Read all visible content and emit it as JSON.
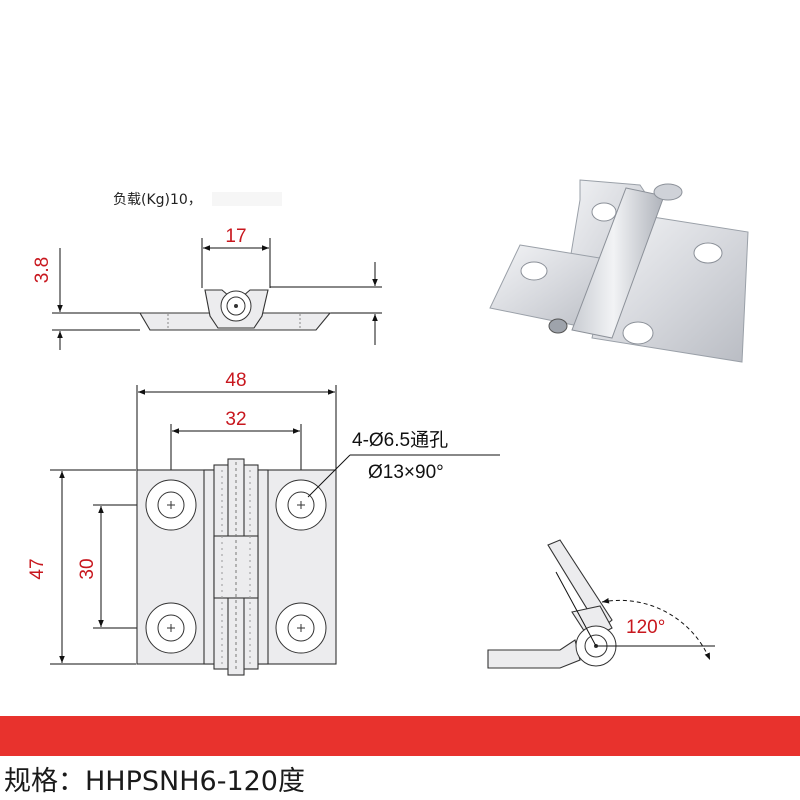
{
  "load_text": "负载(Kg)10，",
  "dimensions": {
    "top_width": "17",
    "thickness": "3.8",
    "overall_width": "48",
    "hole_spacing_x": "32",
    "height": "47",
    "hole_spacing_y": "30"
  },
  "hole_note": {
    "line1": "4-Ø6.5通孔",
    "line2": "Ø13×90°"
  },
  "angle": "120°",
  "spec": {
    "label": "规格：",
    "value": "HHPSNH6-120度"
  }
}
